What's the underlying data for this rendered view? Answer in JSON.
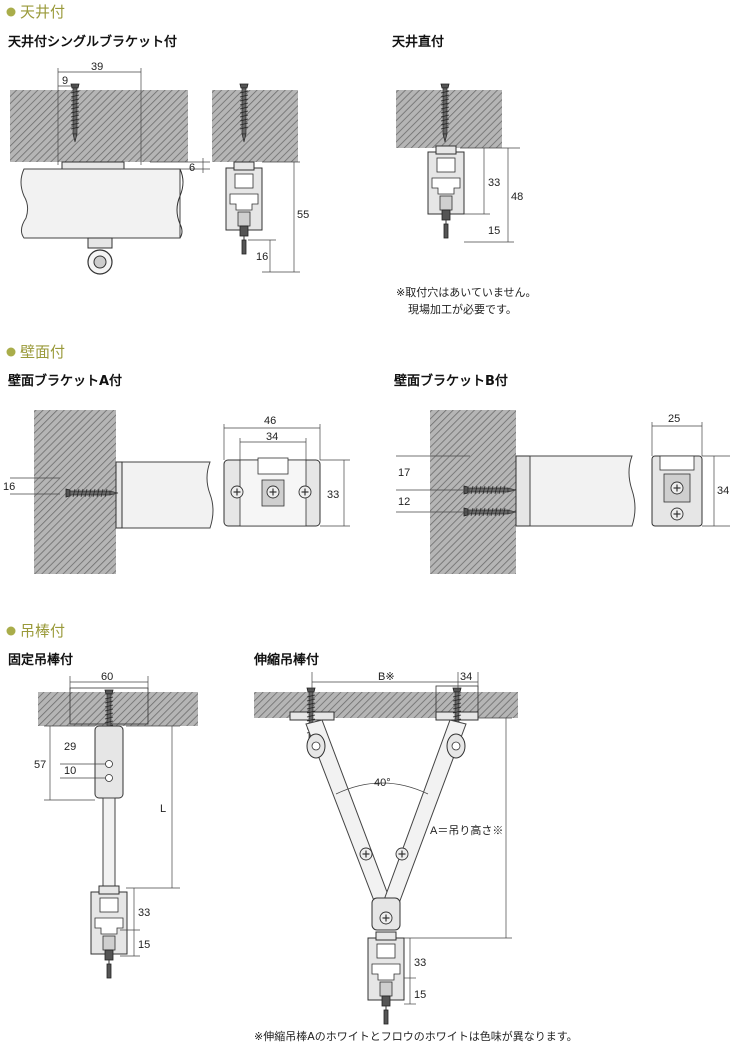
{
  "sections": {
    "ceiling": "天井付",
    "wall": "壁面付",
    "rod": "吊棒付"
  },
  "subtitles": {
    "ceiling_single": "天井付シングルブラケット付",
    "ceiling_direct": "天井直付",
    "wall_a": "壁面ブラケットA付",
    "wall_b": "壁面ブラケットB付",
    "rod_fixed": "固定吊棒付",
    "rod_ext": "伸縮吊棒付"
  },
  "dims": {
    "cs_39": "39",
    "cs_9": "9",
    "cs_6": "6",
    "cs_55": "55",
    "cs_16": "16",
    "cd_33": "33",
    "cd_48": "48",
    "cd_15": "15",
    "wa_16": "16",
    "wa_46": "46",
    "wa_34": "34",
    "wa_33": "33",
    "wb_17": "17",
    "wb_12": "12",
    "wb_25": "25",
    "wb_34": "34",
    "rf_60": "60",
    "rf_57": "57",
    "rf_29": "29",
    "rf_10": "10",
    "rf_L": "L",
    "rf_33": "33",
    "rf_15": "15",
    "re_B": "B※",
    "re_34": "34",
    "re_angle": "40°",
    "re_A": "A＝吊り高さ※",
    "re_33": "33",
    "re_15": "15"
  },
  "notes": {
    "direct_1": "※取付穴はあいていません。",
    "direct_2": "現場加工が必要です。",
    "footer": "※伸縮吊棒Aのホワイトとフロウのホワイトは色味が異なります。"
  },
  "colors": {
    "section_title": "#9a9a3a",
    "section_dot": "#a9ad4a"
  }
}
